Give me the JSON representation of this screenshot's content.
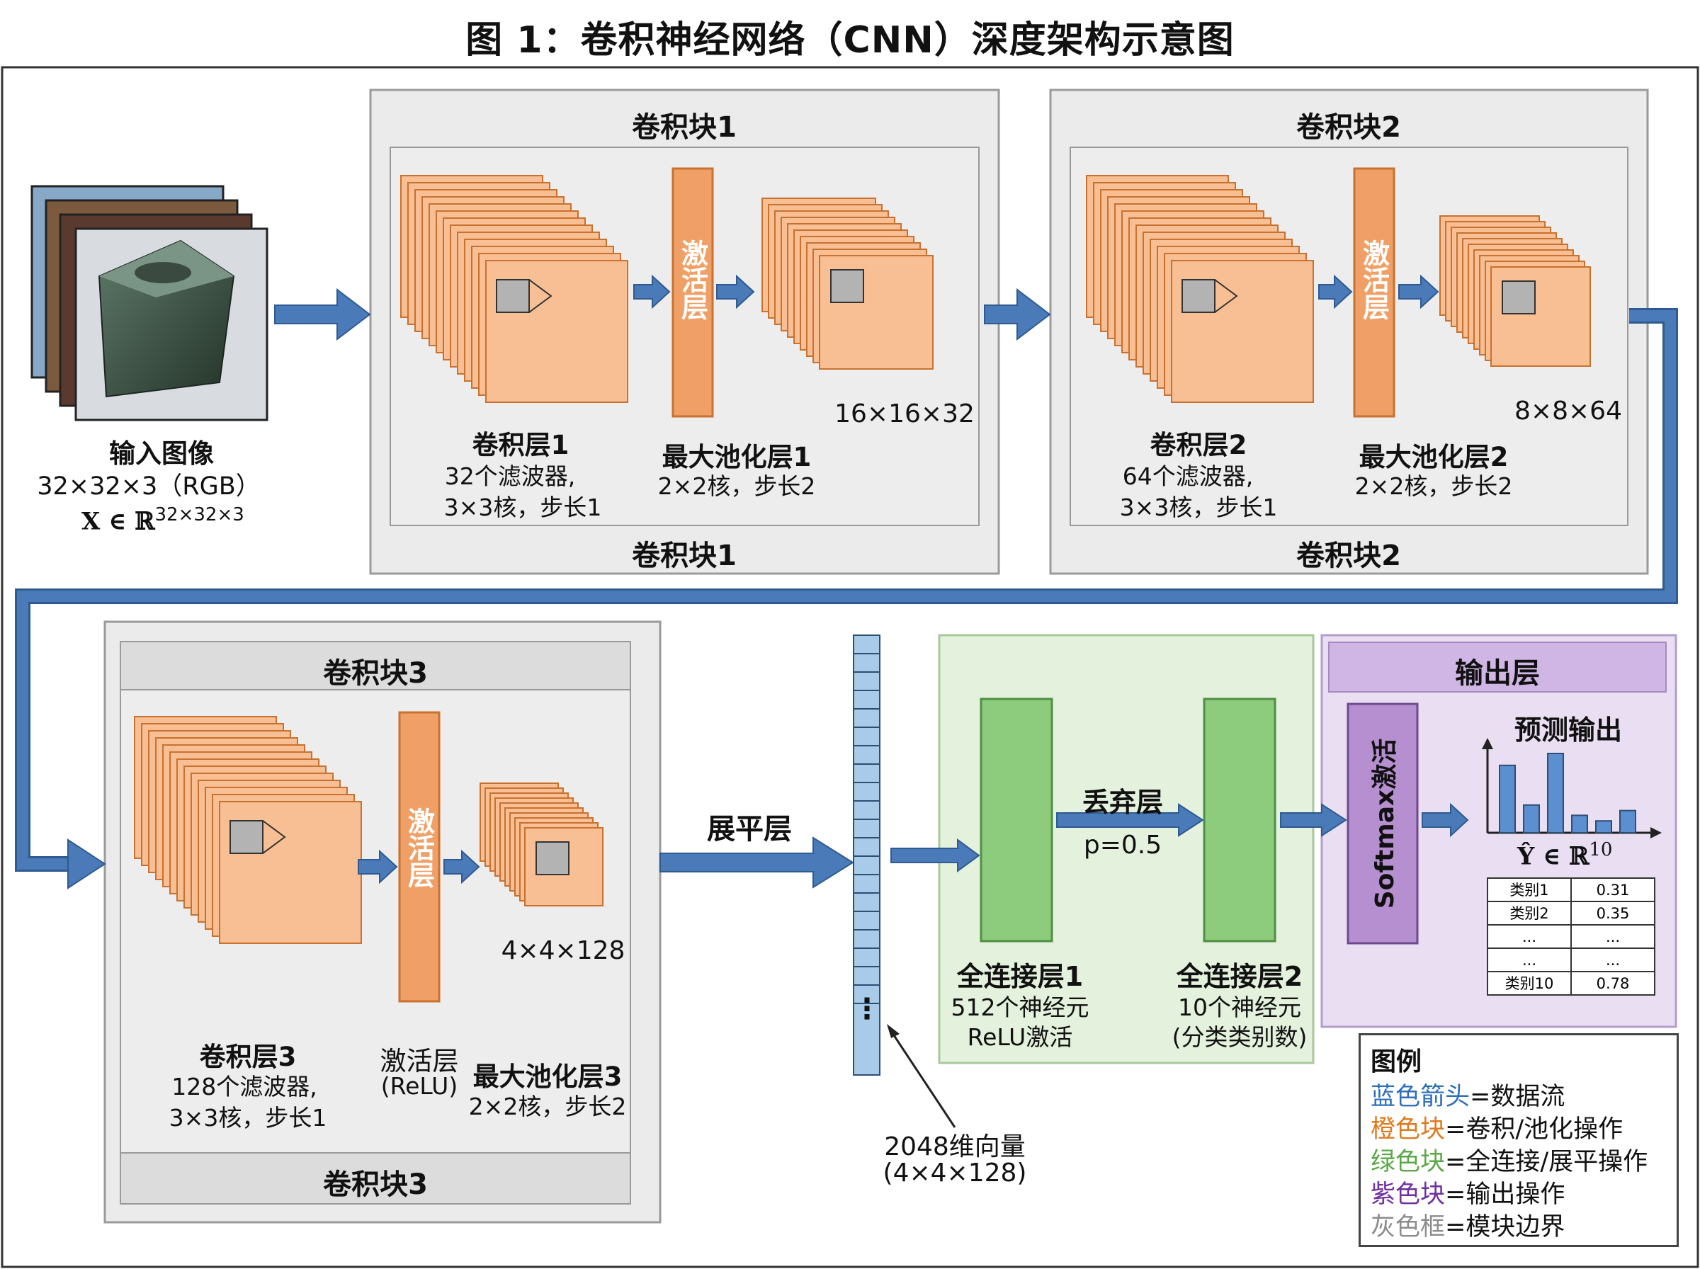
{
  "title": "图 1：卷积神经网络（CNN）深度架构示意图",
  "input": {
    "label": "输入图像",
    "dims": "32×32×3（RGB）",
    "math_main": "X ∈ ℝ",
    "math_sup": "32×32×3"
  },
  "block1": {
    "title": "卷积块1",
    "footer": "卷积块1",
    "conv": {
      "name": "卷积层1",
      "line1": "32个滤波器,",
      "line2": "3×3核，步长1"
    },
    "activation": "激活层",
    "pool": {
      "name": "最大池化层1",
      "line1": "2×2核，步长2"
    },
    "output_dims": "16×16×32"
  },
  "block2": {
    "title": "卷积块2",
    "footer": "卷积块2",
    "conv": {
      "name": "卷积层2",
      "line1": "64个滤波器,",
      "line2": "3×3核，步长1"
    },
    "activation": "激活层",
    "pool": {
      "name": "最大池化层2",
      "line1": "2×2核，步长2"
    },
    "output_dims": "8×8×64"
  },
  "block3": {
    "title": "卷积块3",
    "footer": "卷积块3",
    "conv": {
      "name": "卷积层3",
      "line1": "128个滤波器,",
      "line2": "3×3核，步长1"
    },
    "activation": "激活层",
    "activation_label": "激活层",
    "activation_sub": "(ReLU)",
    "pool": {
      "name": "最大池化层3",
      "line1": "2×2核，步长2"
    },
    "output_dims": "4×4×128"
  },
  "flatten": {
    "label": "展平层",
    "ellipsis": "⋮",
    "vector_label": "2048维向量",
    "vector_sub": "(4×4×128)"
  },
  "fc": {
    "fc1": {
      "name": "全连接层1",
      "line1": "512个神经元",
      "line2": "ReLU激活"
    },
    "dropout": {
      "name": "丢弃层",
      "p": "p=0.5"
    },
    "fc2": {
      "name": "全连接层2",
      "line1": "10个神经元",
      "line2": "(分类类别数)"
    }
  },
  "output": {
    "title": "输出层",
    "softmax": "Softmax激活",
    "pred_title": "预测输出",
    "math_main": "Ŷ ∈ ℝ",
    "math_sup": "10",
    "bars": [
      0.85,
      0.35,
      1.0,
      0.22,
      0.15,
      0.28
    ],
    "table": [
      [
        "类别1",
        "0.31"
      ],
      [
        "类别2",
        "0.35"
      ],
      [
        "...",
        "..."
      ],
      [
        "...",
        "..."
      ],
      [
        "类别10",
        "0.78"
      ]
    ]
  },
  "legend": {
    "title": "图例",
    "items": [
      {
        "key": "蓝色箭头",
        "text": "=数据流",
        "color": "#2e6fba"
      },
      {
        "key": "橙色块",
        "text": "=卷积/池化操作",
        "color": "#e07a1f"
      },
      {
        "key": "绿色块",
        "text": "=全连接/展平操作",
        "color": "#5aa845"
      },
      {
        "key": "紫色块",
        "text": "=输出操作",
        "color": "#7030a0"
      },
      {
        "key": "灰色框",
        "text": "=模块边界",
        "color": "#8c8c8c"
      }
    ]
  },
  "colors": {
    "arrow": "#4a7ab8",
    "arrow_stroke": "#2f5a92",
    "orange_fill": "#f7bf93",
    "orange_stroke": "#c9712e",
    "act_fill": "#f0a066",
    "green_fill": "#8ccc7c",
    "green_panel": "#e4f1dd",
    "purple_panel": "#eadff2",
    "purple_header": "#cfb6e4",
    "purple_fill": "#b58fd0",
    "bar_fill": "#5b8fd0",
    "gray_panel": "#ebebeb",
    "flatten_fill": "#a7cbe8"
  }
}
